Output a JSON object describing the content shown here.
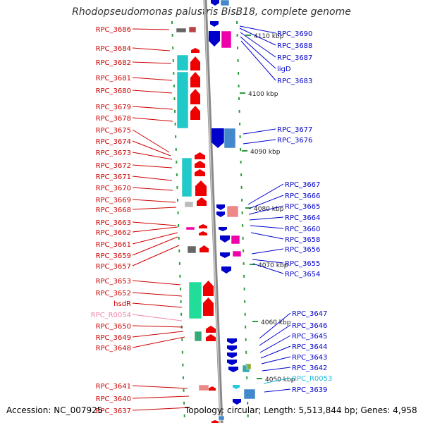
{
  "title": "Rhodopseudomonas palustris BisB18, complete genome",
  "footer": {
    "accession": "Accession: NC_007925",
    "topology": "Topology: circular; Length: 5,513,844 bp; Genes: 4,958"
  },
  "colors": {
    "left_label": "#cc0000",
    "right_label": "#0000cc",
    "rna_left_label": "#ee88aa",
    "rna_right_label": "#22bbdd",
    "axis": "#999999"
  },
  "ticks": [
    "4110 kbp",
    "4100 kbp",
    "4090 kbp",
    "4080 kbp",
    "4070 kbp",
    "4060 kbp",
    "4050 kbp"
  ],
  "left_genes": [
    "RPC_3686",
    "RPC_3684",
    "RPC_3682",
    "RPC_3681",
    "RPC_3680",
    "RPC_3679",
    "RPC_3678",
    "RPC_3675",
    "RPC_3674",
    "RPC_3673",
    "RPC_3672",
    "RPC_3671",
    "RPC_3670",
    "RPC_3669",
    "RPC_3668",
    "RPC_3663",
    "RPC_3662",
    "RPC_3661",
    "RPC_3659",
    "RPC_3657",
    "RPC_3653",
    "RPC_3652",
    "hsdR",
    "RPC_R0054",
    "RPC_3650",
    "RPC_3649",
    "RPC_3648",
    "RPC_3641",
    "RPC_3640",
    "RPC_3637"
  ],
  "right_genes": [
    "RPC_3690",
    "RPC_3688",
    "RPC_3687",
    "ligD",
    "RPC_3683",
    "RPC_3677",
    "RPC_3676",
    "RPC_3667",
    "RPC_3666",
    "RPC_3665",
    "RPC_3664",
    "RPC_3660",
    "RPC_3658",
    "RPC_3656",
    "RPC_3655",
    "RPC_3654",
    "RPC_3647",
    "RPC_3646",
    "RPC_3645",
    "RPC_3644",
    "RPC_3643",
    "RPC_3642",
    "RPC_R0053",
    "RPC_3639"
  ]
}
